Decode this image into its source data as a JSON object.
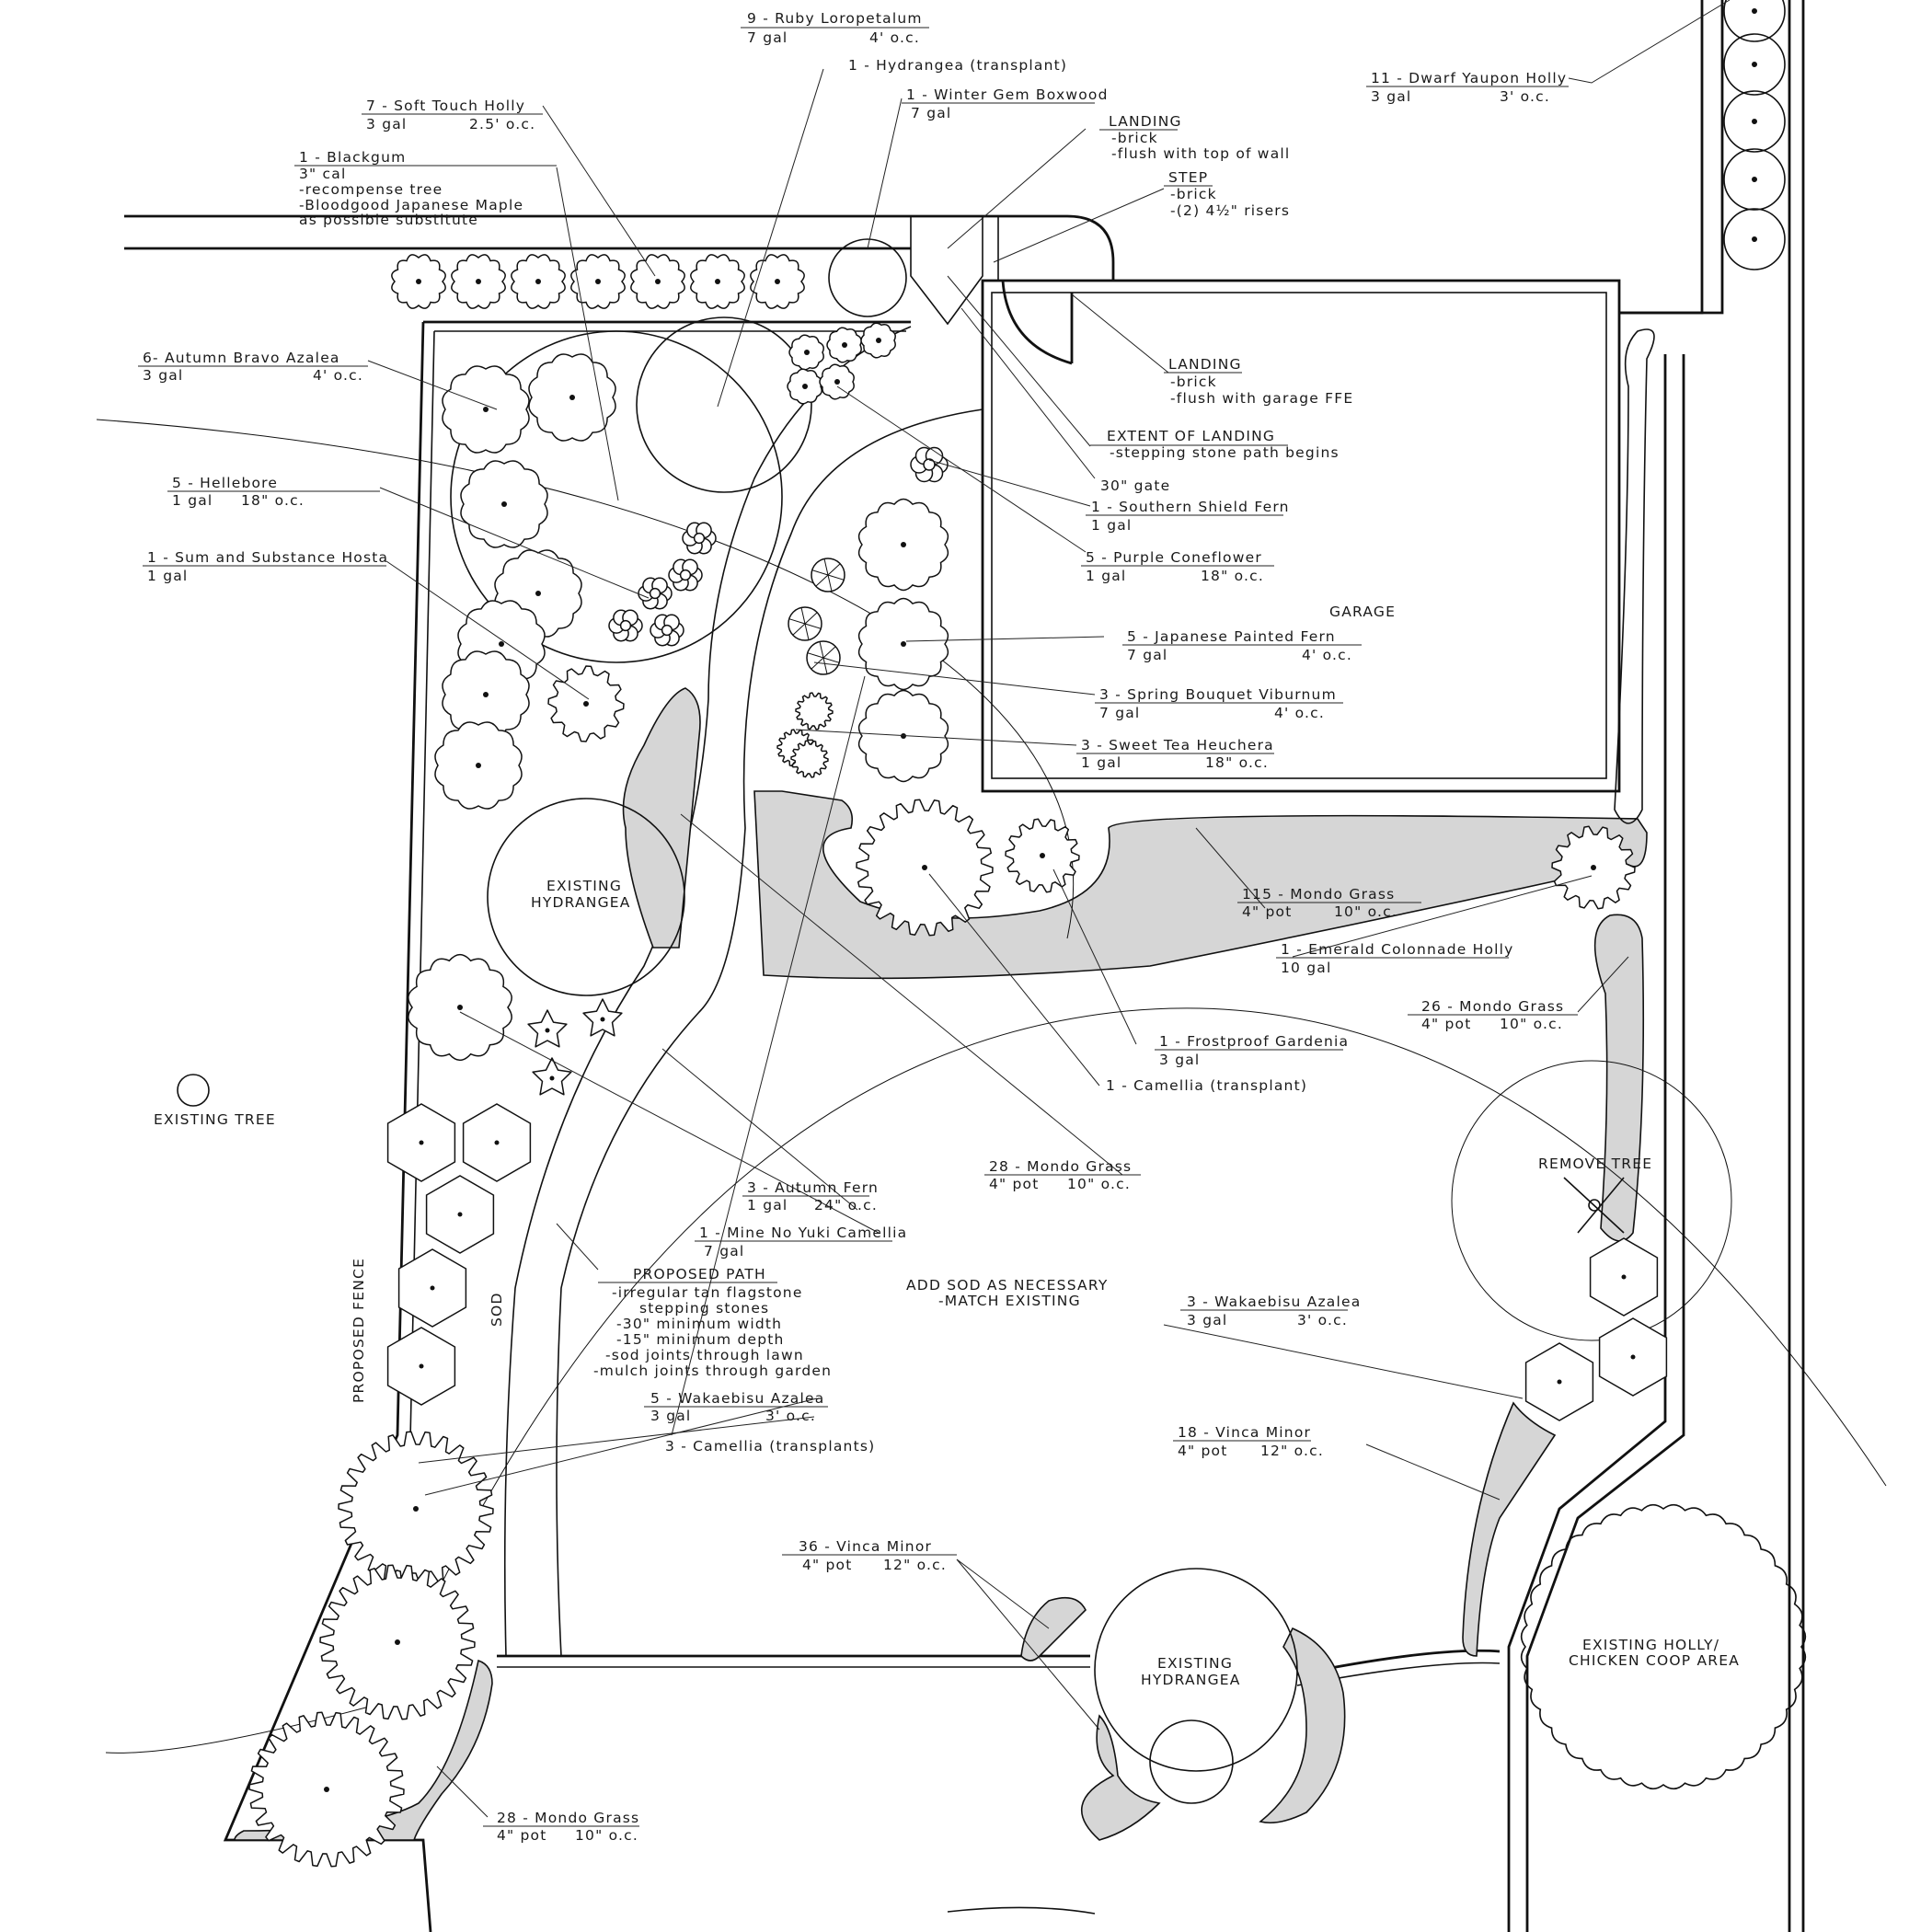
{
  "plant_callouts": [
    {
      "id": "ruby-loropetalum",
      "line1": "9 - Ruby Loropetalum",
      "size": "7 gal",
      "spacing": "4' o.c."
    },
    {
      "id": "hydrangea-transplant",
      "line1": "1 - Hydrangea (transplant)"
    },
    {
      "id": "soft-touch-holly",
      "line1": "7 - Soft Touch Holly",
      "size": "3 gal",
      "spacing": "2.5' o.c."
    },
    {
      "id": "winter-gem-boxwood",
      "line1": "1 - Winter Gem Boxwood",
      "size": "7 gal"
    },
    {
      "id": "blackgum",
      "line1": "1 - Blackgum",
      "notes": [
        "3\" cal",
        "-recompense tree",
        "-Bloodgood Japanese Maple",
        "as possible substitute"
      ]
    },
    {
      "id": "dwarf-yaupon-holly",
      "line1": "11 - Dwarf Yaupon Holly",
      "size": "3 gal",
      "spacing": "3' o.c."
    },
    {
      "id": "autumn-bravo-azalea",
      "line1": "6- Autumn Bravo Azalea",
      "size": "3 gal",
      "spacing": "4' o.c."
    },
    {
      "id": "hellebore",
      "line1": "5 - Hellebore",
      "size": "1 gal",
      "spacing": "18\" o.c."
    },
    {
      "id": "sum-substance-hosta",
      "line1": "1 - Sum and Substance Hosta",
      "size": "1 gal"
    },
    {
      "id": "southern-shield-fern",
      "line1": "1 - Southern Shield Fern",
      "size": "1 gal"
    },
    {
      "id": "purple-coneflower",
      "line1": "5 - Purple Coneflower",
      "size": "1 gal",
      "spacing": "18\" o.c."
    },
    {
      "id": "japanese-painted-fern",
      "line1": "5 - Japanese Painted Fern",
      "size": "7 gal",
      "spacing": "4' o.c."
    },
    {
      "id": "spring-bouquet-viburnum",
      "line1": "3 - Spring Bouquet Viburnum",
      "size": "7 gal",
      "spacing": "4' o.c."
    },
    {
      "id": "sweet-tea-heuchera",
      "line1": "3 - Sweet Tea Heuchera",
      "size": "1 gal",
      "spacing": "18\" o.c."
    },
    {
      "id": "mondo-115",
      "line1": "115 - Mondo Grass",
      "size": "4\" pot",
      "spacing": "10\" o.c."
    },
    {
      "id": "emerald-colonnade-holly",
      "line1": "1 - Emerald Colonnade Holly",
      "size": "10 gal"
    },
    {
      "id": "mondo-26",
      "line1": "26 - Mondo Grass",
      "size": "4\" pot",
      "spacing": "10\" o.c."
    },
    {
      "id": "frostproof-gardenia",
      "line1": "1 - Frostproof Gardenia",
      "size": "3 gal"
    },
    {
      "id": "camellia-transplant",
      "line1": "1 - Camellia (transplant)"
    },
    {
      "id": "mondo-28-mid",
      "line1": "28 - Mondo Grass",
      "size": "4\" pot",
      "spacing": "10\" o.c."
    },
    {
      "id": "autumn-fern",
      "line1": "3 - Autumn Fern",
      "size": "1 gal",
      "spacing": "24\" o.c."
    },
    {
      "id": "mine-no-yuki-camellia",
      "line1": "1 - Mine No Yuki Camellia",
      "size": "7 gal"
    },
    {
      "id": "wakaebisu-azalea-3",
      "line1": "3 - Wakaebisu Azalea",
      "size": "3 gal",
      "spacing": "3' o.c."
    },
    {
      "id": "wakaebisu-azalea-5",
      "line1": "5 - Wakaebisu Azalea",
      "size": "3 gal",
      "spacing": "3' o.c."
    },
    {
      "id": "camellia-transplants",
      "line1": "3 - Camellia (transplants)"
    },
    {
      "id": "vinca-18",
      "line1": "18 - Vinca Minor",
      "size": "4\" pot",
      "spacing": "12\" o.c."
    },
    {
      "id": "vinca-36",
      "line1": "36 - Vinca Minor",
      "size": "4\" pot",
      "spacing": "12\" o.c."
    },
    {
      "id": "mondo-28-bottom",
      "line1": "28 - Mondo Grass",
      "size": "4\" pot",
      "spacing": "10\" o.c."
    }
  ],
  "hardscape_notes": {
    "landing_top": {
      "title": "LANDING",
      "lines": [
        "-brick",
        "-flush with top of wall"
      ]
    },
    "step": {
      "title": "STEP",
      "lines": [
        "-brick",
        "-(2) 4½\" risers"
      ]
    },
    "landing_garage": {
      "title": "LANDING",
      "lines": [
        "-brick",
        "-flush with garage FFE"
      ]
    },
    "extent_of_landing": {
      "title": "EXTENT OF LANDING",
      "lines": [
        "-stepping stone path begins"
      ]
    },
    "gate": "30\" gate",
    "proposed_path": {
      "title": "PROPOSED PATH",
      "lines": [
        "-irregular tan flagstone",
        "stepping stones",
        "-30\" minimum width",
        "-15\" minimum depth",
        "-sod joints through lawn",
        "-mulch joints through garden"
      ]
    }
  },
  "area_labels": {
    "garage": "GARAGE",
    "existing_hydrangea_1": [
      "EXISTING",
      "HYDRANGEA"
    ],
    "existing_hydrangea_2": [
      "EXISTING",
      "HYDRANGEA"
    ],
    "existing_tree": "EXISTING TREE",
    "remove_tree": "REMOVE TREE",
    "holly_coop": [
      "EXISTING HOLLY/",
      "CHICKEN COOP AREA"
    ],
    "sod_note": [
      "ADD SOD AS NECESSARY",
      "-MATCH EXISTING"
    ],
    "proposed_fence": "PROPOSED FENCE",
    "sod": "SOD"
  },
  "colors": {
    "bed_fill": "#d6d6d6",
    "line": "#111111",
    "background": "#ffffff"
  }
}
